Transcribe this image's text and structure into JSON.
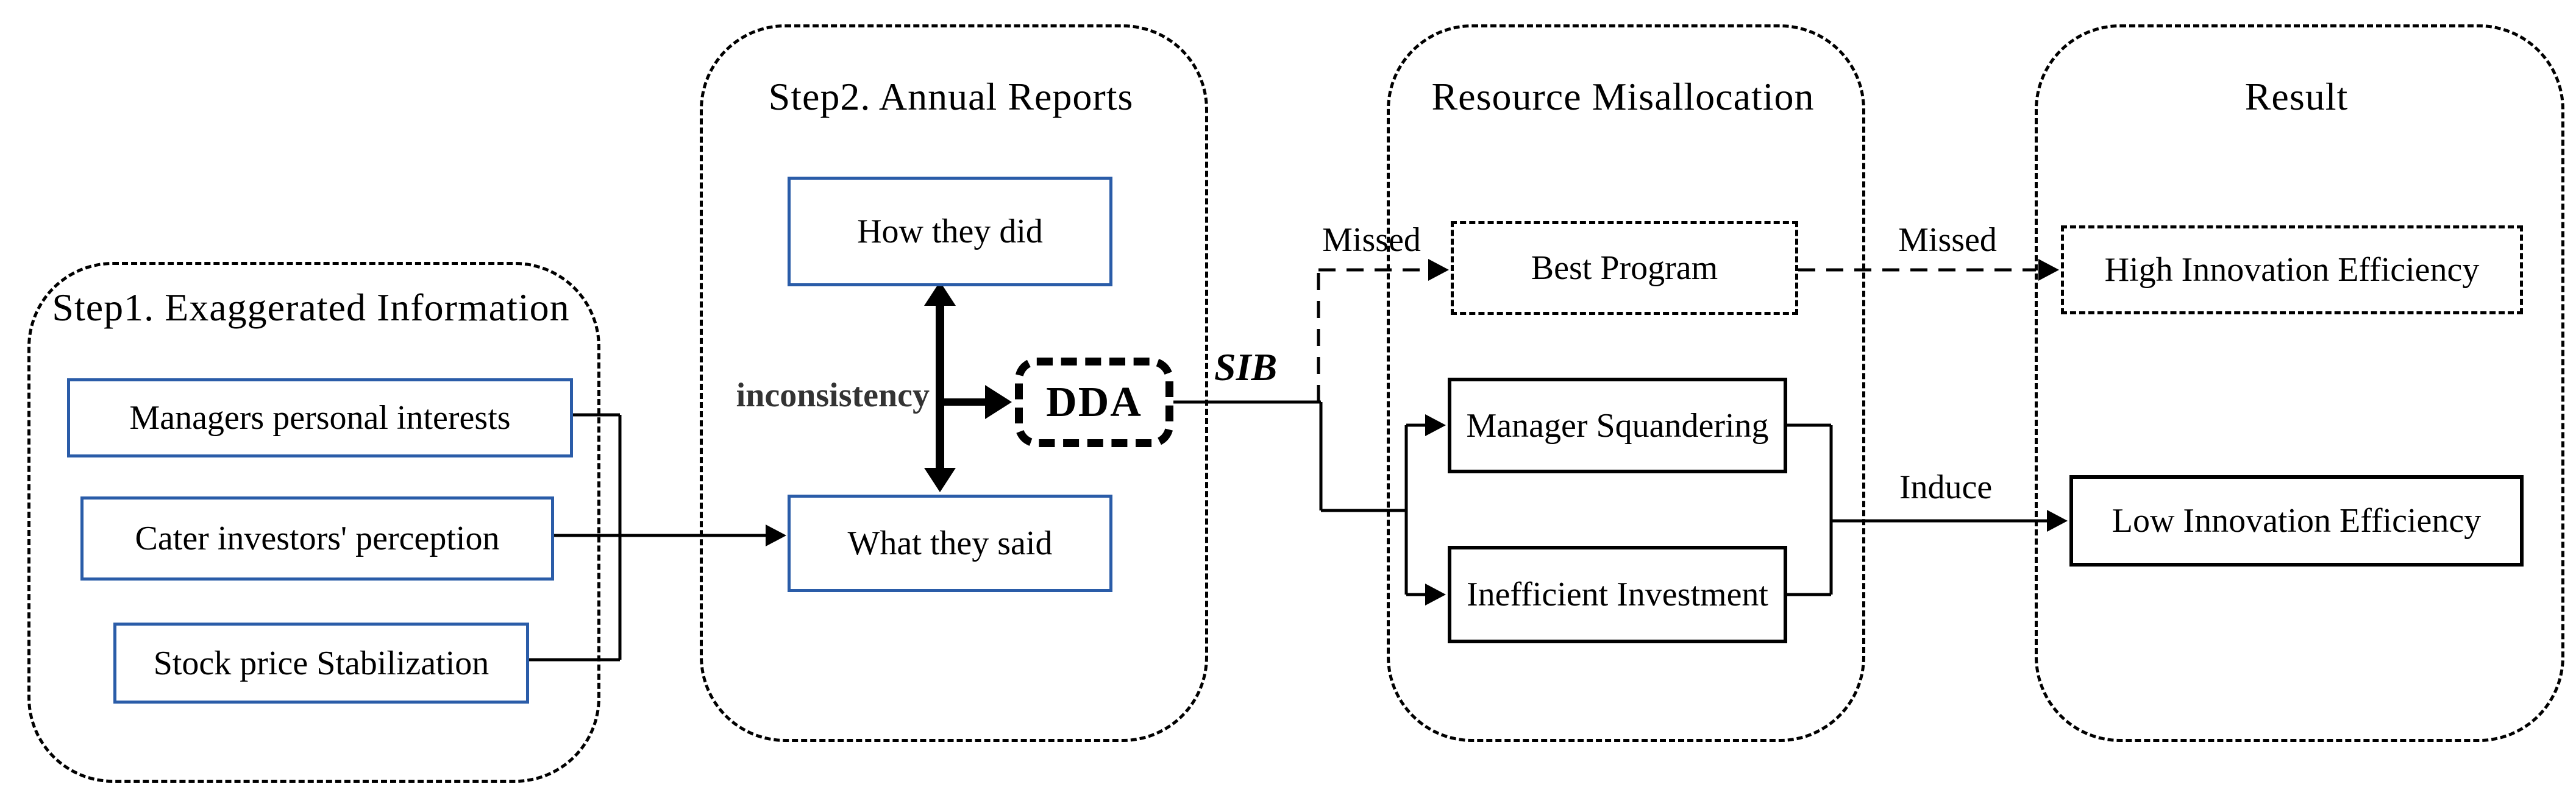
{
  "panel1": {
    "title": "Step1. Exaggerated Information",
    "box_managers": "Managers personal interests",
    "box_cater": "Cater investors' perception",
    "box_stock": "Stock price Stabilization"
  },
  "panel2": {
    "title": "Step2. Annual Reports",
    "box_how": "How they did",
    "box_what": "What they said",
    "box_dda": "DDA",
    "label_inconsistency": "inconsistency"
  },
  "panel3": {
    "title": "Resource Misallocation",
    "box_best": "Best Program",
    "box_squander": "Manager Squandering",
    "box_inefficient": "Inefficient Investment"
  },
  "panel4": {
    "title": "Result",
    "box_high": "High Innovation Efficiency",
    "box_low": "Low Innovation Efficiency"
  },
  "edges": {
    "sib": "SIB",
    "missed_left": "Missed",
    "missed_right": "Missed",
    "induce": "Induce"
  },
  "colors": {
    "accent_blue": "#2a5ca8",
    "line_black": "#000000",
    "inconsistency_text": "#333333"
  }
}
